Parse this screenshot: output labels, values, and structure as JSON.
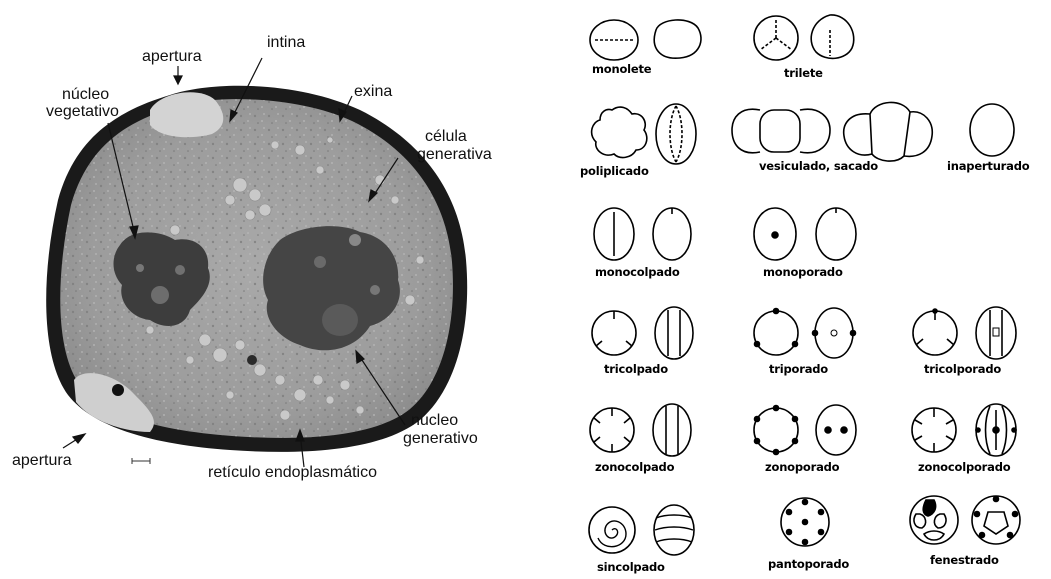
{
  "cell_diagram": {
    "labels": {
      "apertura_top": "apertura",
      "intina": "intina",
      "nucleo_vegetativo_1": "núcleo",
      "nucleo_vegetativo_2": "vegetativo",
      "exina": "exina",
      "celula_generativa_1": "célula",
      "celula_generativa_2": "generativa",
      "apertura_bottom": "apertura",
      "nucleo_generativo_1": "núcleo",
      "nucleo_generativo_2": "generativo",
      "reticulo": "retículo endoplasmático"
    }
  },
  "aperture_types": {
    "monolete": "monolete",
    "trilete": "trilete",
    "poliplicado": "poliplicado",
    "vesiculado": "vesiculado, sacado",
    "inaperturado": "inaperturado",
    "monocolpado": "monocolpado",
    "monoporado": "monoporado",
    "tricolpado": "tricolpado",
    "triporado": "triporado",
    "tricolporado": "tricolporado",
    "zonocolpado": "zonocolpado",
    "zonoporado": "zonoporado",
    "zonocolporado": "zonocolporado",
    "sincolpado": "sincolpado",
    "pantoporado": "pantoporado",
    "fenestrado": "fenestrado"
  }
}
